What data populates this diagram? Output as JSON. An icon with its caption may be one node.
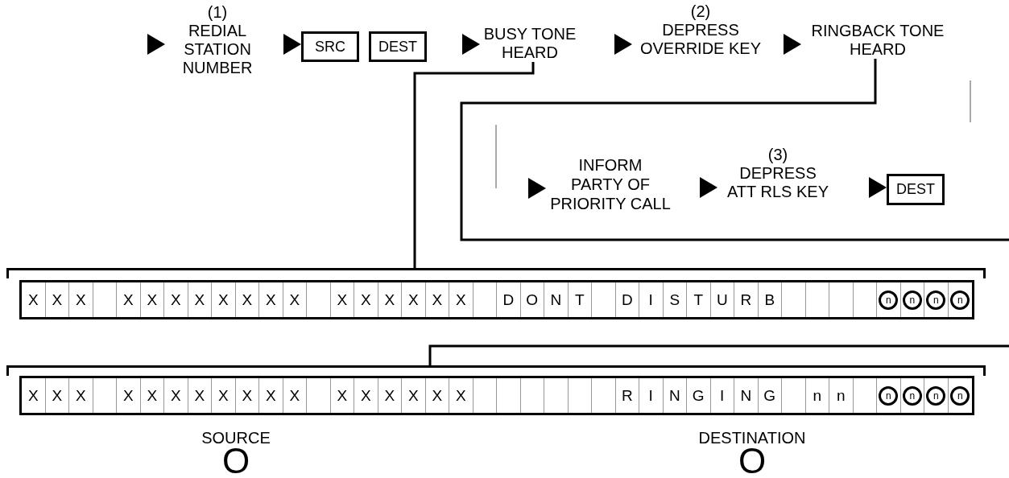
{
  "diagram": {
    "nodes": [
      {
        "text": [
          "(1)",
          "REDIAL STATION NUMBER"
        ]
      },
      {
        "text": [
          "SRC"
        ]
      },
      {
        "text": [
          "DEST"
        ]
      },
      {
        "text": [
          "BUSY TONE HEARD"
        ]
      },
      {
        "text": [
          "(2)",
          "DEPRESS OVERRIDE KEY"
        ]
      },
      {
        "text": [
          "RINGBACK TONE HEARD"
        ]
      },
      {
        "text": [
          "INFORM PARTY OF PRIORITY CALL"
        ]
      },
      {
        "text": [
          "(3)",
          "DEPRESS ATT RLS KEY"
        ]
      },
      {
        "text": [
          "DEST"
        ]
      },
      {
        "text": [
          "X",
          "X",
          "X",
          "X",
          "X",
          "X",
          "X",
          "X",
          "X",
          "X",
          "X",
          "X",
          "X",
          "X",
          "X",
          "X",
          "X",
          "D",
          "O",
          "N",
          "T",
          "D",
          "I",
          "S",
          "T",
          "U",
          "R",
          "B",
          "n",
          "n",
          "n",
          "n"
        ]
      },
      {
        "text": [
          "X",
          "X",
          "X",
          "X",
          "X",
          "X",
          "X",
          "X",
          "X",
          "X",
          "X",
          "X",
          "X",
          "X",
          "X",
          "X",
          "X",
          "R",
          "I",
          "N",
          "G",
          "I",
          "N",
          "G",
          "n",
          "n",
          "n",
          "n",
          "n",
          "n"
        ]
      }
    ],
    "edges": [
      {
        "from": null,
        "to": 0,
        "arrow": "to"
      },
      {
        "from": 0,
        "to": 1,
        "arrow": "to"
      },
      {
        "from": 2,
        "to": 3,
        "arrow": "to"
      },
      {
        "from": 3,
        "to": 4,
        "arrow": "to"
      },
      {
        "from": 4,
        "to": 5,
        "arrow": "to"
      },
      {
        "from": 3,
        "to": 9,
        "arrow": "none",
        "style": "thick"
      },
      {
        "from": 5,
        "to": null,
        "arrow": "none",
        "style": "thick"
      },
      {
        "from": null,
        "to": 6,
        "arrow": "to"
      },
      {
        "from": 6,
        "to": 7,
        "arrow": "to"
      },
      {
        "from": 7,
        "to": 8,
        "arrow": "to"
      },
      {
        "from": null,
        "to": 10,
        "arrow": "none",
        "style": "thick"
      }
    ],
    "labels": [
      "SOURCE",
      "O",
      "DESTINATION",
      "O"
    ]
  }
}
